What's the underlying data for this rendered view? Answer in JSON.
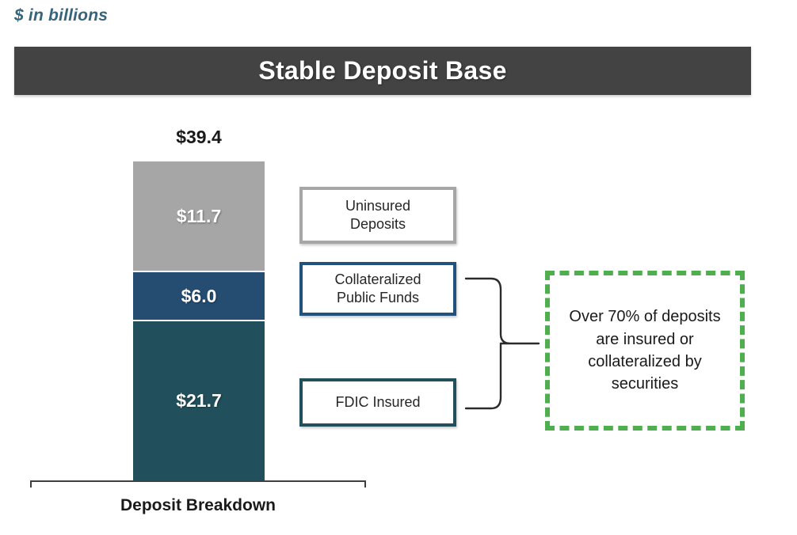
{
  "slide": {
    "units_note": "$ in billions",
    "title": "Stable Deposit Base"
  },
  "colors": {
    "banner": "#434343",
    "uninsured": "#a6a6a6",
    "collateralized": "#254d72",
    "fdic": "#21505c",
    "callout_green": "#4fae4d",
    "units_text": "#36647a"
  },
  "legend": {
    "uninsured": "Uninsured\nDeposits",
    "uninsured_line1": "Uninsured",
    "uninsured_line2": "Deposits",
    "collateralized_line1": "Collateralized",
    "collateralized_line2": "Public Funds",
    "fdic": "FDIC Insured"
  },
  "callout": {
    "text": "Over 70% of deposits are insured or collateralized by securities"
  },
  "chart_data": {
    "type": "bar",
    "subtype": "stacked-column",
    "title": "Stable Deposit Base",
    "units": "$ in billions",
    "xlabel": "Deposit Breakdown",
    "ylabel": "",
    "categories": [
      "Deposit Breakdown"
    ],
    "total_label": "$39.4",
    "total_value": 39.4,
    "grid": false,
    "legend_position": "right",
    "ylim": [
      0,
      39.4
    ],
    "series": [
      {
        "name": "Uninsured Deposits",
        "label": "$11.7",
        "value": 11.7,
        "color": "#a6a6a6",
        "stack_order": 3
      },
      {
        "name": "Collateralized Public Funds",
        "label": "$6.0",
        "value": 6.0,
        "color": "#254d72",
        "stack_order": 2
      },
      {
        "name": "FDIC Insured",
        "label": "$21.7",
        "value": 21.7,
        "color": "#21505c",
        "stack_order": 1
      }
    ],
    "annotations": [
      "Over 70% of deposits are insured or collateralized by securities"
    ]
  }
}
